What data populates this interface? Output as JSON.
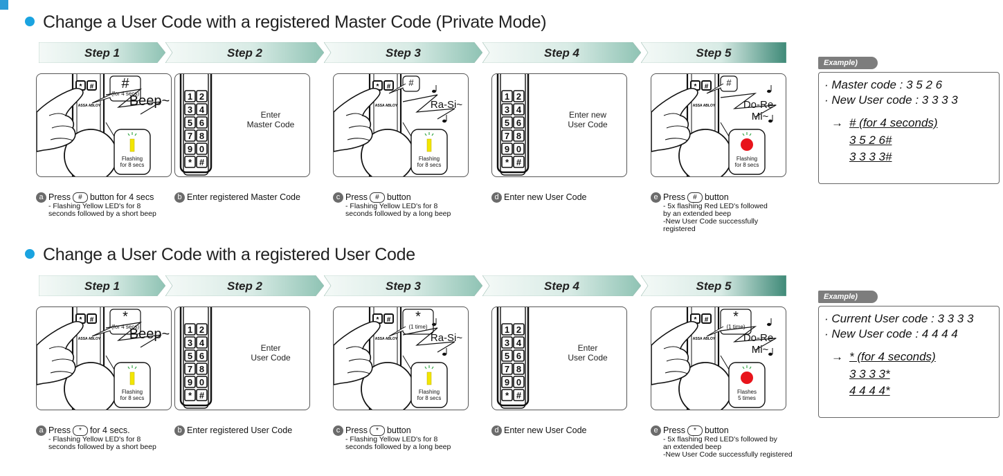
{
  "sections": [
    {
      "title": "Change a User Code with a registered Master Code (Private Mode)",
      "steps": [
        "Step 1",
        "Step 2",
        "Step 3",
        "Step 4",
        "Step 5"
      ],
      "panels": {
        "p1_key": "#",
        "p1_key_note": "(for 4 secs)",
        "p1_sound": "Beep~",
        "p1_led": "Flashing\nfor 8 secs",
        "p2_text": "Enter\nMaster Code",
        "p3_key": "#",
        "p3_sound": "Ra-Si~",
        "p3_led": "Flashing\nfor 8 secs",
        "p4_text": "Enter new\nUser Code",
        "p5_key": "#",
        "p5_sound": "Do-Re-Mi~",
        "p5_led": "Flashing\nfor 8 secs"
      },
      "captions": [
        {
          "badge": "a",
          "pre": "Press",
          "key": "#",
          "post": "button for 4 secs",
          "sub": "- Flashing Yellow LED's for 8\nseconds followed by a short beep"
        },
        {
          "badge": "b",
          "pre": "",
          "key": "",
          "post": "Enter registered Master Code",
          "sub": ""
        },
        {
          "badge": "c",
          "pre": "Press",
          "key": "#",
          "post": "button",
          "sub": "- Flashing Yellow LED's for 8\nseconds followed by a long beep"
        },
        {
          "badge": "d",
          "pre": "",
          "key": "",
          "post": "Enter new User Code",
          "sub": ""
        },
        {
          "badge": "e",
          "pre": "Press",
          "key": "#",
          "post": "button",
          "sub": "- 5x flashing Red LED's followed\nby an extended beep\n-New User Code successfully\nregistered"
        }
      ],
      "example": {
        "tag": "Example)",
        "line1": "· Master code : 3 5 2 6",
        "line2": "· New User code : 3 3 3 3",
        "arrow": "→",
        "seq1": "# (for 4 seconds)",
        "seq2": "3 5 2 6#",
        "seq3": "3 3 3 3#"
      }
    },
    {
      "title": "Change a User Code with a registered User Code",
      "steps": [
        "Step 1",
        "Step 2",
        "Step 3",
        "Step 4",
        "Step 5"
      ],
      "panels": {
        "p1_key": "*",
        "p1_key_note": "(for 4 secs)",
        "p1_sound": "Beep~",
        "p1_led": "Flashing\nfor 8 secs",
        "p2_text": "Enter\nUser Code",
        "p3_key": "*",
        "p3_key_note": "(1 time)",
        "p3_sound": "Ra-Si~",
        "p3_led": "Flashing\nfor 8 secs",
        "p4_text": "Enter\nUser Code",
        "p5_key": "*",
        "p5_key_note": "(1 time)",
        "p5_sound": "Do-Re-Mi~",
        "p5_led": "Flashes\n5 times"
      },
      "captions": [
        {
          "badge": "a",
          "pre": "Press",
          "key": "*",
          "post": "for 4 secs.",
          "sub": "- Flashing Yellow LED's for 8\nseconds followed by a short beep"
        },
        {
          "badge": "b",
          "pre": "",
          "key": "",
          "post": "Enter registered User Code",
          "sub": ""
        },
        {
          "badge": "c",
          "pre": "Press",
          "key": "*",
          "post": "button",
          "sub": "- Flashing Yellow LED's for 8\nseconds followed by a long beep"
        },
        {
          "badge": "d",
          "pre": "",
          "key": "",
          "post": "Enter new User Code",
          "sub": ""
        },
        {
          "badge": "e",
          "pre": "Press",
          "key": "*",
          "post": "button",
          "sub": "- 5x flashing Red LED's followed by\nan extended beep\n-New User Code successfully registered"
        }
      ],
      "example": {
        "tag": "Example)",
        "line1": "· Current User code : 3 3 3 3",
        "line2": "· New User code : 4 4 4 4",
        "arrow": "→",
        "seq1": "* (for 4 seconds)",
        "seq2": "3 3 3 3*",
        "seq3": "4 4 4 4*"
      }
    }
  ],
  "keypad_keys": [
    "1",
    "2",
    "3",
    "4",
    "5",
    "6",
    "7",
    "8",
    "9",
    "0",
    "*",
    "#"
  ],
  "brand_label": "ASSA ABLOY",
  "colors": {
    "accent_blue": "#1aa3e0",
    "step_bar": "#cfe3dd",
    "led_yellow": "#f2e600",
    "led_red": "#e8141b",
    "badge_gray": "#6b6b6b"
  }
}
